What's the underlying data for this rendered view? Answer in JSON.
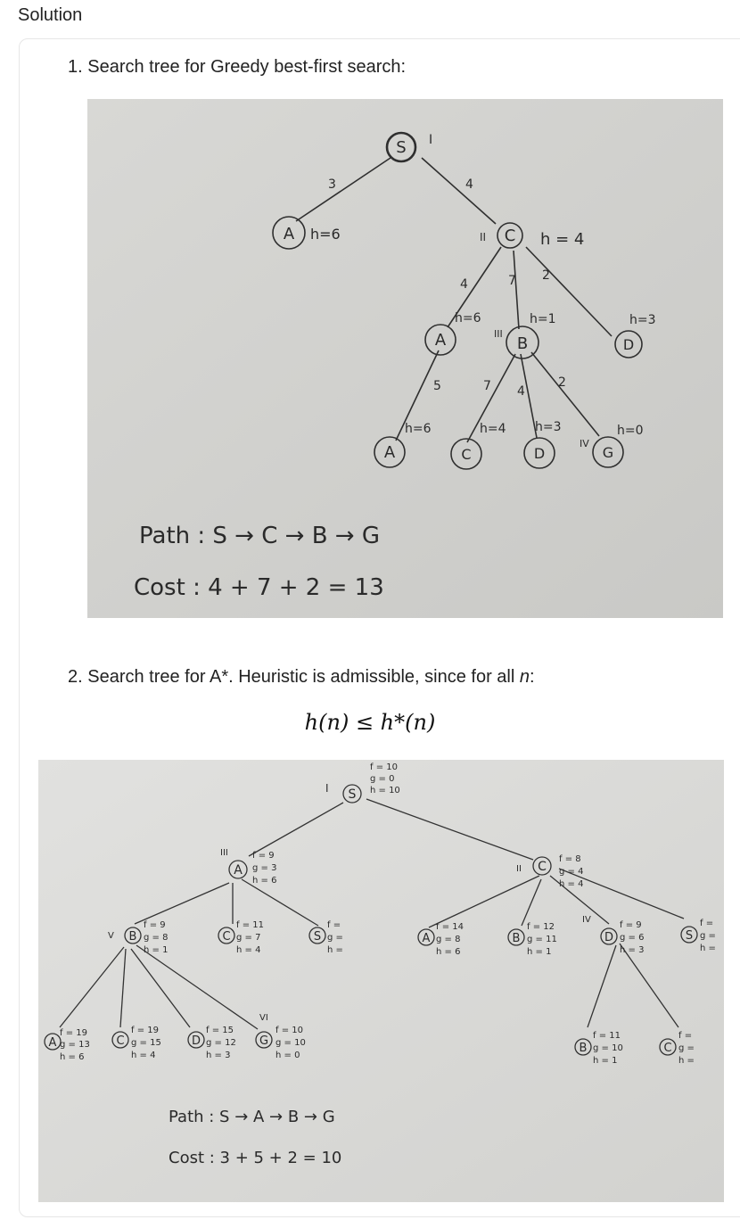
{
  "page": {
    "heading": "Solution"
  },
  "step1": {
    "title": "1. Search tree for Greedy best-first search:",
    "tree": {
      "root": "S",
      "root_order": "I",
      "edges": [
        "3",
        "4",
        "4",
        "7",
        "2",
        "5",
        "7",
        "4",
        "2"
      ],
      "nodes": {
        "a1": "A",
        "a1_h": "h=6",
        "c": "C",
        "c_h": "h = 4",
        "c_order": "II",
        "a2": "A",
        "a2_h": "h=6",
        "b": "B",
        "b_h": "h=1",
        "b_order": "III",
        "d1": "D",
        "d1_h": "h=3",
        "a3": "A",
        "a3_h": "h=6",
        "c2": "C",
        "c2_h": "h=4",
        "d2": "D",
        "d2_h": "h=3",
        "g": "G",
        "g_h": "h=0",
        "g_order": "IV"
      }
    },
    "path": "Path : S → C → B → G",
    "cost": "Cost : 4 + 7 + 2 = 13"
  },
  "step2": {
    "title_prefix": "2. Search tree for A*. Heuristic is admissible, since for all ",
    "title_var": "n",
    "title_suffix": ":",
    "formula": "h(n) ≤ h*(n)",
    "tree": {
      "s": {
        "label": "S",
        "order": "I",
        "f": "f = 10",
        "g": "g = 0",
        "h": "h = 10"
      },
      "a": {
        "label": "A",
        "order": "III",
        "f": "f = 9",
        "g": "g = 3",
        "h": "h = 6"
      },
      "c": {
        "label": "C",
        "order": "II",
        "f": "f = 8",
        "g": "g = 4",
        "h": "h = 4"
      },
      "b1": {
        "label": "B",
        "order": "V",
        "f": "f = 9",
        "g": "g = 8",
        "h": "h = 1"
      },
      "c1": {
        "label": "C",
        "f": "f = 11",
        "g": "g = 7",
        "h": "h = 4"
      },
      "s1": {
        "label": "S",
        "f": "f =",
        "g": "g =",
        "h": "h ="
      },
      "a2": {
        "label": "A",
        "f": "f = 14",
        "g": "g = 8",
        "h": "h = 6"
      },
      "b2": {
        "label": "B",
        "f": "f = 12",
        "g": "g = 11",
        "h": "h = 1"
      },
      "d1": {
        "label": "D",
        "order": "IV",
        "f": "f = 9",
        "g": "g = 6",
        "h": "h = 3"
      },
      "s2": {
        "label": "S",
        "f": "f =",
        "g": "g =",
        "h": "h ="
      },
      "a3": {
        "label": "A",
        "f": "f = 19",
        "g": "g = 13",
        "h": "h = 6"
      },
      "c3": {
        "label": "C",
        "f": "f = 19",
        "g": "g = 15",
        "h": "h = 4"
      },
      "d2": {
        "label": "D",
        "f": "f = 15",
        "g": "g = 12",
        "h": "h = 3"
      },
      "g1": {
        "label": "G",
        "order": "VI",
        "f": "f = 10",
        "g": "g = 10",
        "h": "h = 0"
      },
      "b3": {
        "label": "B",
        "f": "f = 11",
        "g": "g = 10",
        "h": "h = 1"
      },
      "c4": {
        "label": "C",
        "f": "f =",
        "g": "g =",
        "h": "h ="
      }
    },
    "path": "Path : S → A → B → G",
    "cost": "Cost : 3 + 5 + 2 = 10"
  }
}
